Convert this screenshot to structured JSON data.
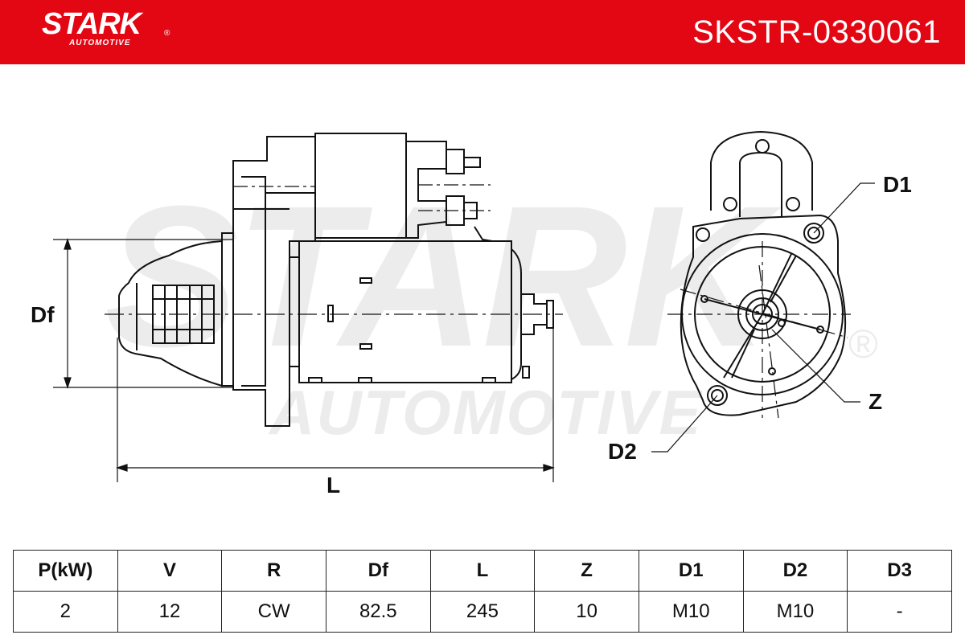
{
  "header": {
    "brand": "STARK",
    "brand_sub": "AUTOMOTIVE",
    "registered_mark": "®",
    "part_number": "SKSTR-0330061",
    "background_color": "#e30613"
  },
  "watermark": {
    "line1": "STARK",
    "line2": "AUTOMOTIVE",
    "registered_mark": "®"
  },
  "dimensions": {
    "df_label": "Df",
    "l_label": "L",
    "d1_label": "D1",
    "d2_label": "D2",
    "z_label": "Z"
  },
  "specs": {
    "headers": [
      "P(kW)",
      "V",
      "R",
      "Df",
      "L",
      "Z",
      "D1",
      "D2",
      "D3"
    ],
    "values": [
      "2",
      "12",
      "CW",
      "82.5",
      "245",
      "10",
      "M10",
      "M10",
      "-"
    ]
  }
}
